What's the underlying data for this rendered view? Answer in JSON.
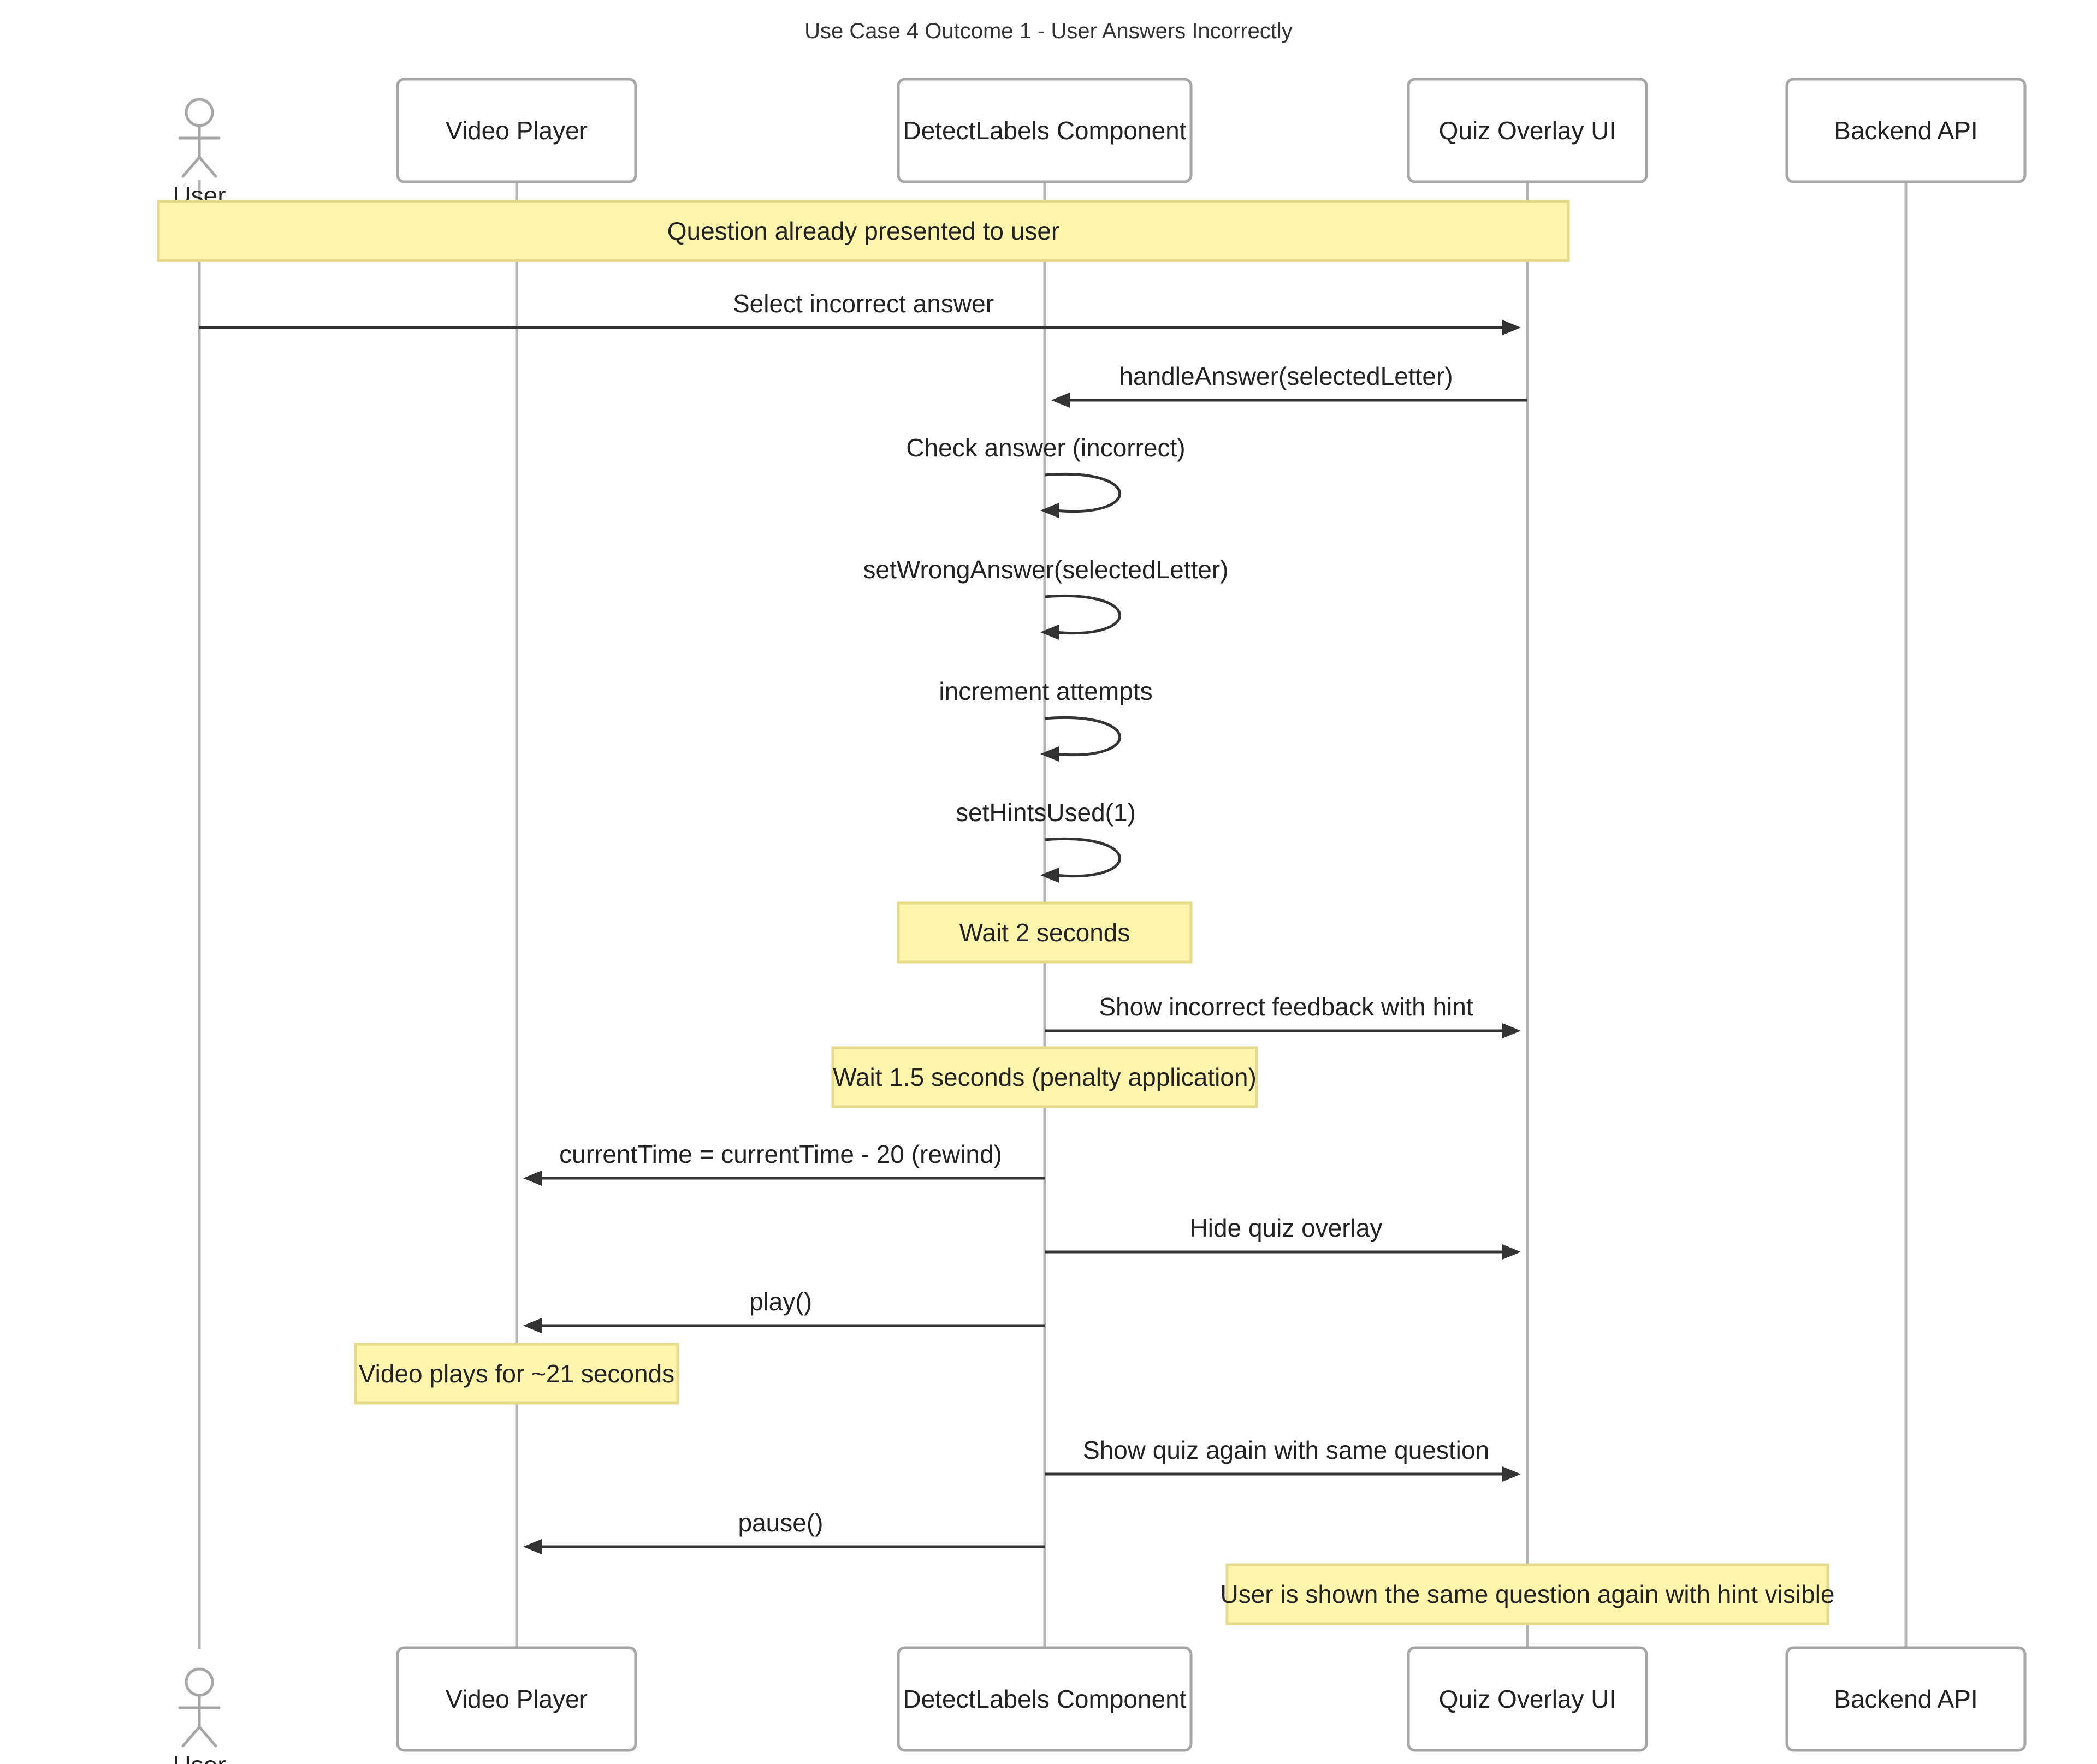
{
  "title": "Use Case 4 Outcome 1 - User Answers Incorrectly",
  "participants": [
    {
      "id": "user",
      "label": "User",
      "kind": "actor"
    },
    {
      "id": "video",
      "label": "Video Player",
      "kind": "box"
    },
    {
      "id": "detect",
      "label": "DetectLabels Component",
      "kind": "box"
    },
    {
      "id": "quiz",
      "label": "Quiz Overlay UI",
      "kind": "box"
    },
    {
      "id": "backend",
      "label": "Backend API",
      "kind": "box"
    }
  ],
  "steps": [
    {
      "type": "note",
      "from": "user",
      "to": "quiz",
      "text": "Question already presented to user"
    },
    {
      "type": "message",
      "from": "user",
      "to": "quiz",
      "text": "Select incorrect answer"
    },
    {
      "type": "message",
      "from": "quiz",
      "to": "detect",
      "text": "handleAnswer(selectedLetter)"
    },
    {
      "type": "self",
      "on": "detect",
      "text": "Check answer (incorrect)"
    },
    {
      "type": "self",
      "on": "detect",
      "text": "setWrongAnswer(selectedLetter)"
    },
    {
      "type": "self",
      "on": "detect",
      "text": "increment attempts"
    },
    {
      "type": "self",
      "on": "detect",
      "text": "setHintsUsed(1)"
    },
    {
      "type": "note",
      "over": "detect",
      "text": "Wait 2 seconds"
    },
    {
      "type": "message",
      "from": "detect",
      "to": "quiz",
      "text": "Show incorrect feedback with hint"
    },
    {
      "type": "note",
      "over": "detect",
      "text": "Wait 1.5 seconds (penalty application)"
    },
    {
      "type": "message",
      "from": "detect",
      "to": "video",
      "text": "currentTime = currentTime - 20 (rewind)"
    },
    {
      "type": "message",
      "from": "detect",
      "to": "quiz",
      "text": "Hide quiz overlay"
    },
    {
      "type": "message",
      "from": "detect",
      "to": "video",
      "text": "play()"
    },
    {
      "type": "note",
      "over": "video",
      "text": "Video plays for ~21 seconds"
    },
    {
      "type": "message",
      "from": "detect",
      "to": "quiz",
      "text": "Show quiz again with same question"
    },
    {
      "type": "message",
      "from": "detect",
      "to": "video",
      "text": "pause()"
    },
    {
      "type": "note",
      "over": "quiz",
      "text": "User is shown the same question again with hint visible"
    }
  ]
}
